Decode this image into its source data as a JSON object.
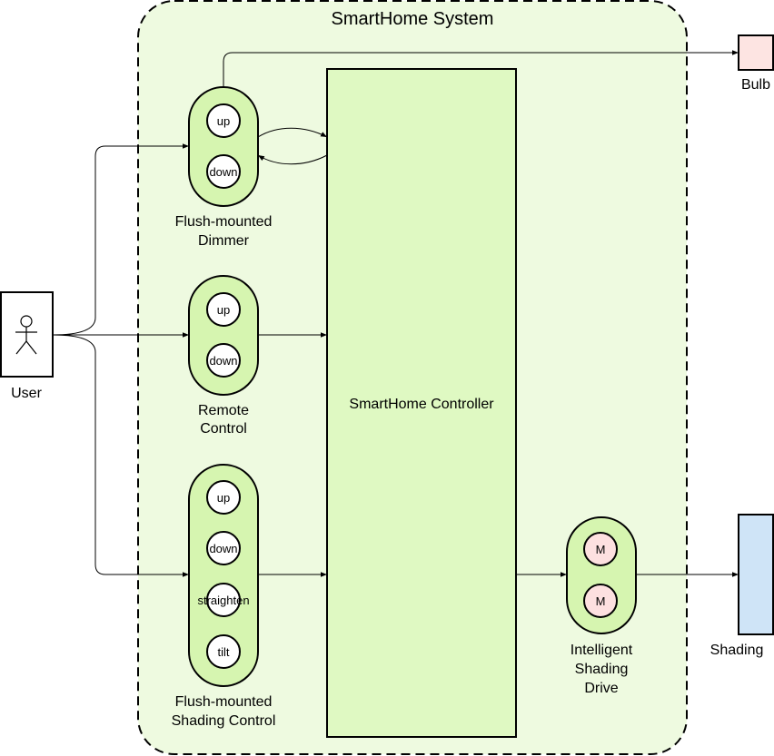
{
  "system": {
    "title": "SmartHome System"
  },
  "controller": {
    "label": "SmartHome Controller"
  },
  "user": {
    "label": "User"
  },
  "bulb": {
    "label": "Bulb"
  },
  "shading": {
    "label": "Shading"
  },
  "dimmer": {
    "label_line1": "Flush-mounted",
    "label_line2": "Dimmer",
    "buttons": [
      "up",
      "down"
    ]
  },
  "remote": {
    "label_line1": "Remote",
    "label_line2": "Control",
    "buttons": [
      "up",
      "down"
    ]
  },
  "shading_control": {
    "label_line1": "Flush-mounted",
    "label_line2": "Shading Control",
    "buttons": [
      "up",
      "down",
      "straighten",
      "tilt"
    ]
  },
  "drive": {
    "label_line1": "Intelligent",
    "label_line2": "Shading",
    "label_line3": "Drive",
    "motors": [
      "M",
      "M"
    ]
  },
  "colors": {
    "system_fill": "#eefae0",
    "controller_fill": "#dff9c2",
    "device_fill": "#d6f5b0",
    "bulb_fill": "#fde4e2",
    "motor_fill": "#fde0e0",
    "shading_fill": "#cfe4f7",
    "button_fill": "#ffffff"
  }
}
